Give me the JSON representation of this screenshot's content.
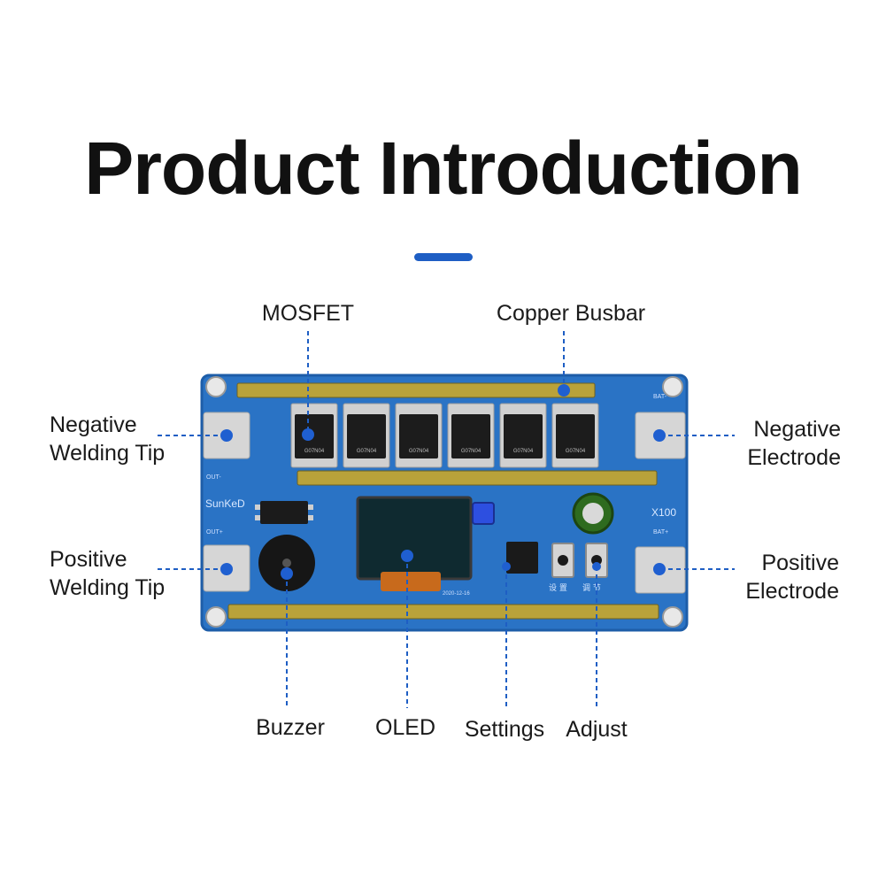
{
  "title": "Product Introduction",
  "colors": {
    "accent": "#1e5ec4",
    "pcb": "#2a73c5",
    "pcb_dark": "#1d5da8",
    "busbar": "#b9a23a",
    "pad": "#d6d6d6",
    "dot": "#1f5fd0"
  },
  "labels": {
    "mosfet": "MOSFET",
    "copper_busbar": "Copper Busbar",
    "negative_welding_tip": [
      "Negative",
      "Welding Tip"
    ],
    "positive_welding_tip": [
      "Positive",
      "Welding Tip"
    ],
    "negative_electrode": [
      "Negative",
      "Electrode"
    ],
    "positive_electrode": [
      "Positive",
      "Electrode"
    ],
    "buzzer": "Buzzer",
    "oled": "OLED",
    "settings": "Settings",
    "adjust": "Adjust"
  },
  "board": {
    "brand": "SunKeD",
    "model": "X100",
    "silk_out_minus": "OUT-",
    "silk_out_plus": "OUT+",
    "silk_bat_minus": "BAT-",
    "silk_bat_plus": "BAT+",
    "button_labels": [
      "设 置",
      "调 节"
    ],
    "date_code": "2020-12-16",
    "mosfet_marking": "G07N04",
    "mosfet_count": 6
  }
}
